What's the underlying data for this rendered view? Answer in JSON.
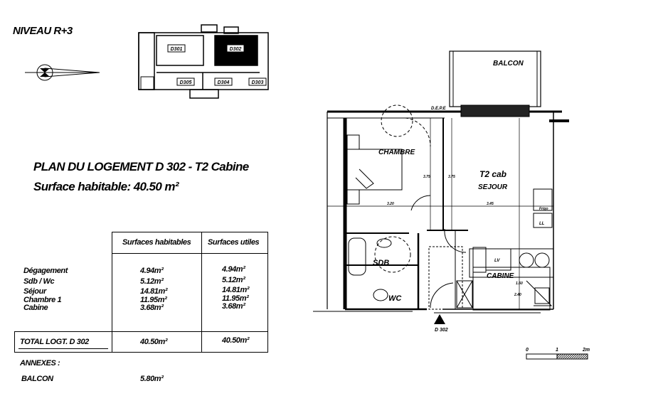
{
  "level": "NIVEAU R+3",
  "keyplan": {
    "units": [
      "D301",
      "D302",
      "D303",
      "D304",
      "D305"
    ]
  },
  "plan_title": "PLAN DU LOGEMENT D 302 - T2 Cabine",
  "surface": "Surface habitable: 40.50 m²",
  "table": {
    "headers": [
      "Surfaces habitables",
      "Surfaces utiles"
    ],
    "rows": [
      {
        "label": "Dégagement",
        "hab": "4.94m²",
        "util": "4.94m²"
      },
      {
        "label": "Sdb / Wc",
        "hab": "5.12m²",
        "util": "5.12m²"
      },
      {
        "label": "Séjour",
        "hab": "14.81m²",
        "util": "14.81m²"
      },
      {
        "label": "Chambre 1",
        "hab": "11.95m²",
        "util": "11.95m²"
      },
      {
        "label": "Cabine",
        "hab": "3.68m²",
        "util": "3.68m²"
      }
    ],
    "total": {
      "label": "TOTAL LOGT. D 302",
      "hab": "40.50m²",
      "util": "40.50m²"
    },
    "annexes_label": "ANNEXES :",
    "annexes": [
      {
        "label": "BALCON",
        "value": "5.80m²"
      }
    ]
  },
  "plan": {
    "balcon": "BALCON",
    "def": "D.E.P.E",
    "chambre": "CHAMBRE",
    "t2": "T2 cab",
    "sejour": "SEJOUR",
    "sdb": "SDB",
    "wc": "WC",
    "cabine": "CABINE",
    "entry": "D 302",
    "frigo": "Frigo",
    "ll": "LL",
    "lv": "LV",
    "dims": [
      "3.75",
      "3.75",
      "3.20",
      "3.45",
      "1.60",
      "2.40"
    ]
  },
  "scale": {
    "labels": [
      "0",
      "1",
      "2m"
    ]
  }
}
